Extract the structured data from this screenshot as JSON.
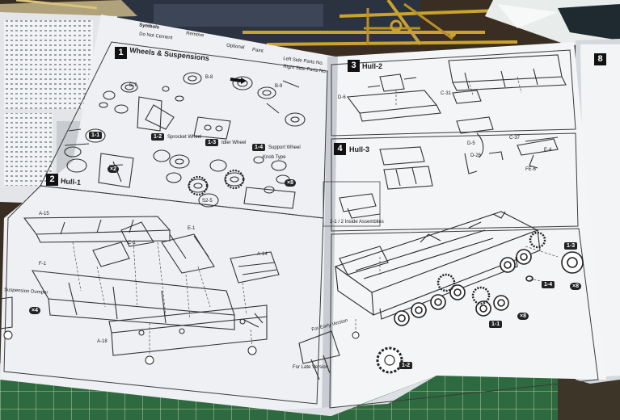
{
  "steps": [
    {
      "number": "1",
      "title": "Wheels & Suspensions"
    },
    {
      "number": "2",
      "title": "Hull-1"
    },
    {
      "number": "3",
      "title": "Hull-2"
    },
    {
      "number": "4",
      "title": "Hull-3"
    },
    {
      "number": "8",
      "title": ""
    }
  ],
  "substeps": [
    "1-1",
    "1-2",
    "1-3",
    "1-4"
  ],
  "substep_titles": {
    "s1_2": "Sprocket Wheel",
    "s1_3": "Idler Wheel",
    "s1_4": "Support Wheel",
    "knob": "Knob Type",
    "dumper": "Suspension Dumper"
  },
  "quantities": {
    "x2": "×2",
    "x8": "×8",
    "x4": "×4"
  },
  "part_labels": {
    "a18": "A-18",
    "a14": "A-14",
    "a15": "A-15",
    "e1": "E-1",
    "f1": "F-1",
    "c1": "C-1",
    "c31": "C-31",
    "c37": "C-37",
    "d5": "D-5",
    "e4": "E-4",
    "fe6": "FE-6",
    "d26": "D-26",
    "d6": "D-6",
    "b7": "B-7",
    "b8": "B-8",
    "b9": "B-9",
    "s25": "S2-5"
  },
  "version_labels": {
    "early": "For Early Version",
    "late": "For Late Version"
  },
  "inset_label": "2-1 / 2 Inside Assemblies",
  "legend": {
    "symbols": "Symbols",
    "do_not_cement": "Do Not Cement",
    "remove": "Remove",
    "optional": "Optional",
    "paint": "Paint",
    "left_parts": "Left Side Parts No.",
    "right_parts": "Right Side Parts No."
  },
  "colors": {
    "paper": "#f1f2f5",
    "mat": "#2f6b3f",
    "sprue": "#c9a230"
  }
}
